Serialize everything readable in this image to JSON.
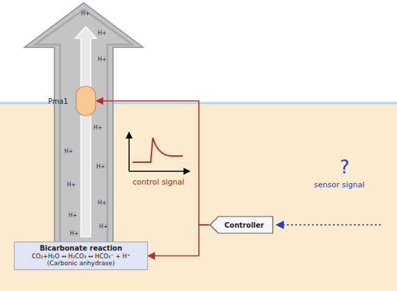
{
  "diagram": {
    "nodes": [
      {
        "text": [
          "Pma1"
        ]
      },
      {
        "text": [
          "Controller"
        ]
      },
      {
        "text": [
          "Bicarbonate reaction",
          "CO₂+H₂O ↔ H₂CO₃ ↔ HCO₃⁻ + H⁺",
          "(Carbonic anhydrase)"
        ]
      }
    ],
    "edges": [
      {
        "from": 1,
        "to": 0,
        "arrow": "to"
      },
      {
        "from": 1,
        "to": 2,
        "arrow": "to"
      }
    ],
    "labels": [
      "H+",
      "H+",
      "H+",
      "H+",
      "H+",
      "H+",
      "H+",
      "H+",
      "H+",
      "H+",
      "H+",
      "control signal",
      "?",
      "sensor signal"
    ]
  }
}
